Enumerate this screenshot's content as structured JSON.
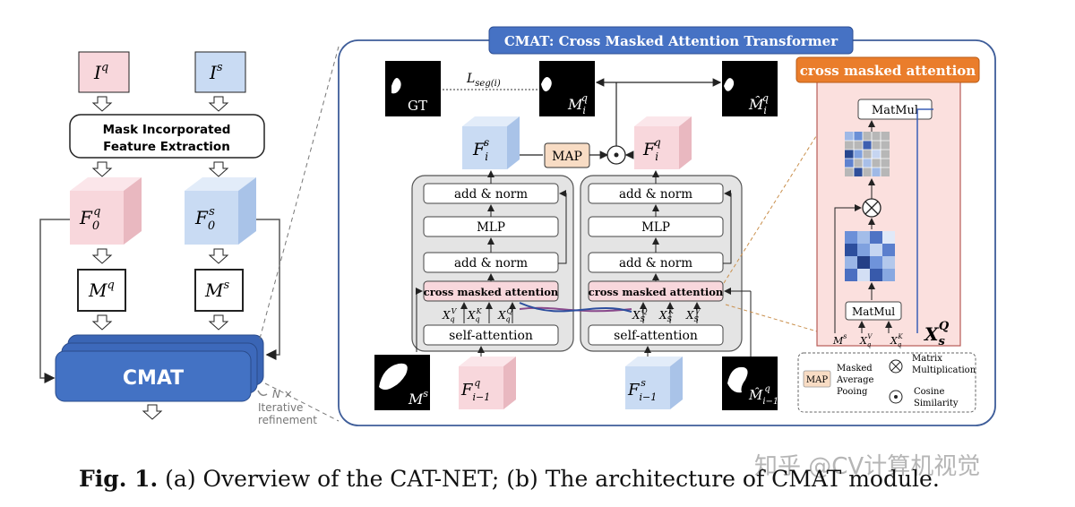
{
  "left_panel": {
    "input_query": "I",
    "input_query_sup": "q",
    "input_support": "I",
    "input_support_sup": "s",
    "mife_line1": "Mask Incorporated",
    "mife_line2": "Feature Extraction",
    "feat_query": "F",
    "feat_query_sub": "0",
    "feat_query_sup": "q",
    "feat_support": "F",
    "feat_support_sub": "0",
    "feat_support_sup": "s",
    "mask_query": "M",
    "mask_query_sup": "q",
    "mask_support": "M",
    "mask_support_sup": "s",
    "cmat_label": "CMAT",
    "iter_n": "N ×",
    "iter_line1": "Iterative",
    "iter_line2": "refinement"
  },
  "cmat_panel": {
    "title": "CMAT: Cross Masked Attention Transformer",
    "gt_label": "GT",
    "loss_label": "L",
    "loss_sub": "seg(i)",
    "mi_q": "M",
    "mi_q_sub": "i",
    "mi_q_sup": "q",
    "mhat_q": "M̂",
    "mhat_q_sub": "i",
    "mhat_q_sup": "q",
    "fi_s": "F",
    "fi_s_sub": "i",
    "fi_s_sup": "s",
    "fi_q": "F",
    "fi_q_sub": "i",
    "fi_q_sup": "q",
    "map_label": "MAP",
    "add_norm": "add & norm",
    "mlp": "MLP",
    "cross_attn": "cross masked attention",
    "self_attn": "self-attention",
    "xv_q": "X",
    "xv_q_sub": "q",
    "xv_q_sup": "V",
    "xk_q": "X",
    "xk_q_sub": "q",
    "xk_q_sup": "K",
    "xq_q": "X",
    "xq_q_sub": "q",
    "xq_q_sup": "Q",
    "xq_s": "X",
    "xq_s_sub": "S",
    "xq_s_sup": "Q",
    "xk_s": "X",
    "xk_s_sub": "S",
    "xk_s_sup": "K",
    "xv_s": "X",
    "xv_s_sub": "S",
    "xv_s_sup": "V",
    "ms_label": "M",
    "ms_sup": "s",
    "fprev_q": "F",
    "fprev_q_sub": "i−1",
    "fprev_q_sup": "q",
    "fprev_s": "F",
    "fprev_s_sub": "i−1",
    "fprev_s_sup": "s",
    "mhat_prev": "M̂",
    "mhat_prev_sub": "i−1",
    "mhat_prev_sup": "q"
  },
  "attention_detail": {
    "title": "cross masked attention",
    "matmul_top": "MatMul",
    "matmul_bottom": "MatMul",
    "ms_in": "M",
    "ms_in_sup": "s",
    "xv_in": "X",
    "xv_in_sub": "q",
    "xv_in_sup": "V",
    "xk_in": "X",
    "xk_in_sub": "q",
    "xk_in_sup": "K",
    "xs_big": "X",
    "xs_big_sub": "s",
    "xs_big_sup": "Q"
  },
  "legend": {
    "map_box": "MAP",
    "map_line1": "Masked",
    "map_line2": "Average",
    "map_line3": "Pooing",
    "matmul_line1": "Matrix",
    "matmul_line2": "Multiplication",
    "cos_line1": "Cosine",
    "cos_line2": "Similarity"
  },
  "caption": {
    "fig": "Fig. 1.",
    "text": " (a) Overview of the CAT-NET; (b) The architecture of CMAT module."
  },
  "watermark": "知乎 @CV计算机视觉",
  "colors": {
    "query_pink": "#f8d7dc",
    "support_blue": "#c9dbf3",
    "cmat_blue": "#3f6fc2",
    "title_blue": "#4672c4",
    "attn_orange": "#ea7d2b",
    "attn_bg": "#fbe0de",
    "map_fill": "#f8dcc4"
  }
}
